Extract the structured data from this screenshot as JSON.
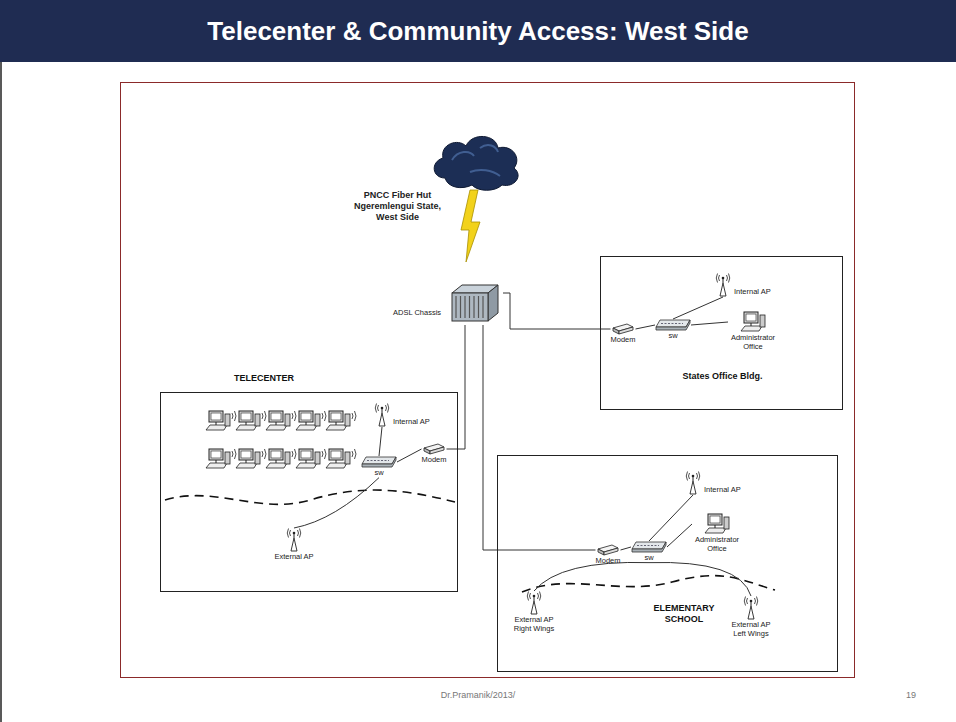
{
  "diagram": {
    "title": "Telecenter & Community Access: West Side",
    "nodes": [
      {
        "text": [
          "PNCC Fiber Hut Ngeremlengui State, West Side",
          "ADSL Chassis"
        ]
      },
      {
        "text": [
          "States Office Bldg."
        ]
      },
      {
        "text": [
          "Modem"
        ],
        "in": 1
      },
      {
        "text": [
          "sw"
        ],
        "in": 1
      },
      {
        "text": [
          "Internal AP"
        ],
        "in": 1
      },
      {
        "text": [
          "Administrator Office"
        ],
        "in": 1
      },
      {
        "text": [
          "TELECENTER"
        ]
      },
      {
        "text": [
          "Internal AP"
        ],
        "in": 6
      },
      {
        "text": [
          "sw"
        ],
        "in": 6
      },
      {
        "text": [
          "Modem"
        ],
        "in": 6
      },
      {
        "text": [
          "External AP"
        ],
        "in": 6
      },
      {
        "text": [
          "ELEMENTARY SCHOOL"
        ]
      },
      {
        "text": [
          "Modem"
        ],
        "in": 11
      },
      {
        "text": [
          "sw"
        ],
        "in": 11
      },
      {
        "text": [
          "Internal AP"
        ],
        "in": 11
      },
      {
        "text": [
          "Administrator Office"
        ],
        "in": 11
      },
      {
        "text": [
          "External AP Right Wings"
        ],
        "in": 11
      },
      {
        "text": [
          "External AP Left Wings"
        ],
        "in": 11
      }
    ],
    "edges": [
      {
        "from": 0,
        "to": 2,
        "arrow": "none"
      },
      {
        "from": 2,
        "to": 3,
        "arrow": "none"
      },
      {
        "from": 3,
        "to": 4,
        "arrow": "none"
      },
      {
        "from": 3,
        "to": 5,
        "arrow": "none"
      },
      {
        "from": 0,
        "to": 9,
        "arrow": "none"
      },
      {
        "from": 9,
        "to": 8,
        "arrow": "none"
      },
      {
        "from": 8,
        "to": 7,
        "arrow": "none"
      },
      {
        "from": 8,
        "to": 10,
        "arrow": "none"
      },
      {
        "from": 0,
        "to": 12,
        "arrow": "none"
      },
      {
        "from": 12,
        "to": 13,
        "arrow": "none"
      },
      {
        "from": 13,
        "to": 14,
        "arrow": "none"
      },
      {
        "from": 13,
        "to": 15,
        "arrow": "none"
      },
      {
        "from": 13,
        "to": 16,
        "arrow": "none"
      },
      {
        "from": 13,
        "to": 17,
        "arrow": "none"
      }
    ],
    "labels": [
      "Dr.Pramanik/2013/",
      "19"
    ]
  }
}
